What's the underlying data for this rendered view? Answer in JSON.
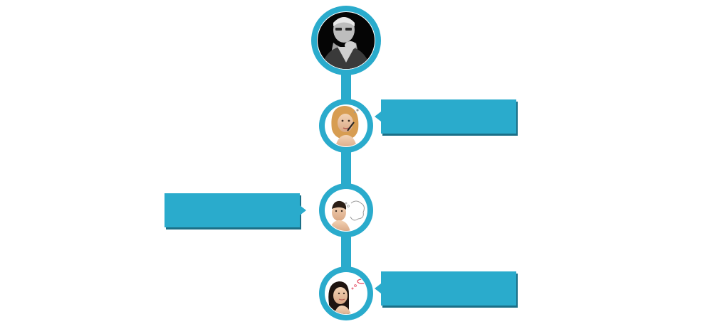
{
  "theme": {
    "accent": "#2aabcc",
    "accent_shadow": "#1b6f87",
    "connector": "#2aabcc"
  },
  "nodes": [
    {
      "icon": "elderly-man-thinking-portrait",
      "type": "portrait"
    },
    {
      "icon": "woman-thinking-with-pen-portrait",
      "type": "portrait"
    },
    {
      "icon": "man-thinking-with-thought-bubble-portrait",
      "type": "portrait"
    },
    {
      "icon": "woman-looking-up-with-thought-bubble-portrait",
      "type": "portrait"
    }
  ],
  "callouts": [
    {
      "text": "",
      "side": "right"
    },
    {
      "text": "",
      "side": "left"
    },
    {
      "text": "",
      "side": "right"
    }
  ]
}
